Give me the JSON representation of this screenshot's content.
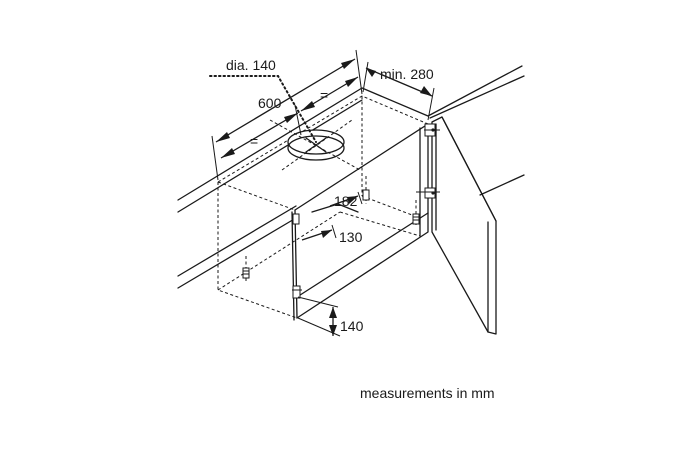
{
  "labels": {
    "diameter": "dia. 140",
    "width": "600",
    "equal_left": "=",
    "equal_right": "=",
    "min_depth": "min. 280",
    "dim_182": "182",
    "dim_130": "130",
    "dim_140": "140",
    "units_note": "measurements in mm"
  }
}
